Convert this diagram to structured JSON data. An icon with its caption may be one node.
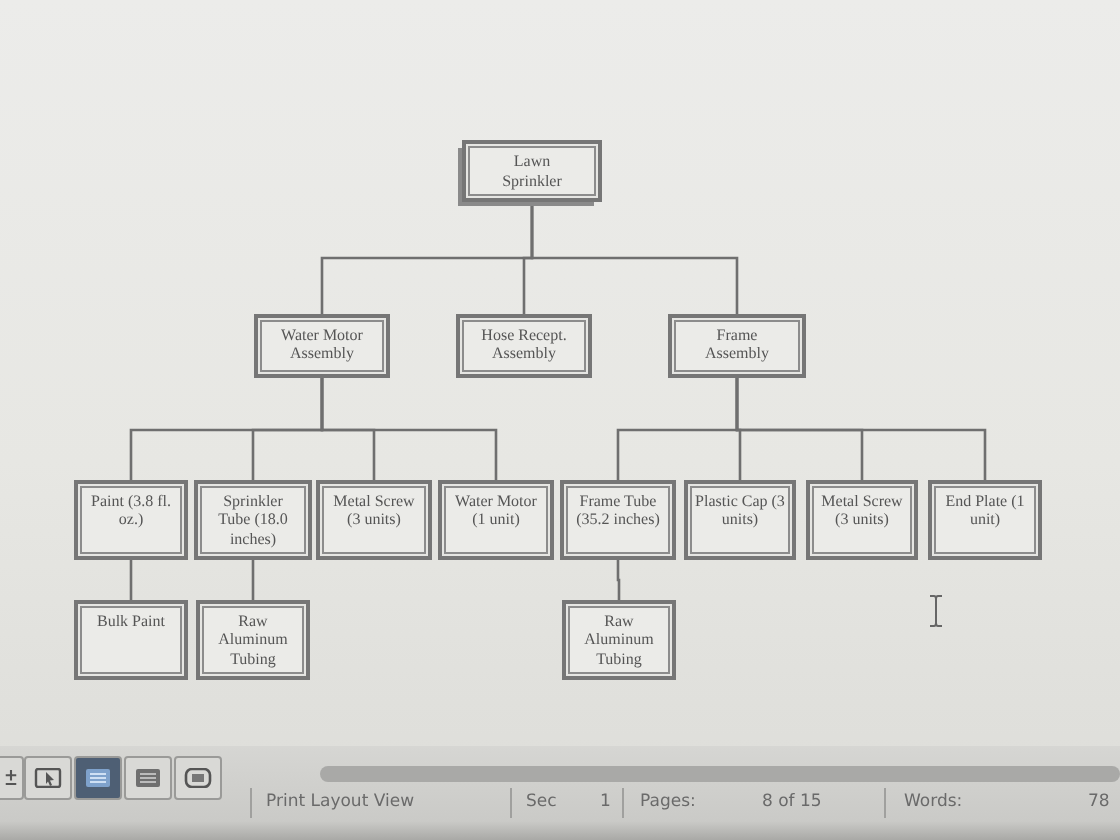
{
  "diagram": {
    "nodes": [
      {
        "text": [
          "Lawn Sprinkler"
        ]
      },
      {
        "text": [
          "Water Motor Assembly"
        ]
      },
      {
        "text": [
          "Hose Recept. Assembly"
        ]
      },
      {
        "text": [
          "Frame Assembly"
        ]
      },
      {
        "text": [
          "Paint (3.8 fl. oz.)"
        ]
      },
      {
        "text": [
          "Sprinkler Tube (18.0 inches)"
        ]
      },
      {
        "text": [
          "Metal Screw (3 units)"
        ]
      },
      {
        "text": [
          "Water Motor (1 unit)"
        ]
      },
      {
        "text": [
          "Frame Tube (35.2 inches)"
        ]
      },
      {
        "text": [
          "Plastic Cap (3 units)"
        ]
      },
      {
        "text": [
          "Metal Screw (3 units)"
        ]
      },
      {
        "text": [
          "End Plate (1 unit)"
        ]
      },
      {
        "text": [
          "Bulk Paint"
        ]
      },
      {
        "text": [
          "Raw Aluminum Tubing"
        ]
      },
      {
        "text": [
          "Raw Aluminum Tubing"
        ]
      }
    ],
    "edges": [
      {
        "from": 0,
        "to": 1,
        "arrow": "none"
      },
      {
        "from": 0,
        "to": 2,
        "arrow": "none"
      },
      {
        "from": 0,
        "to": 3,
        "arrow": "none"
      },
      {
        "from": 1,
        "to": 4,
        "arrow": "none"
      },
      {
        "from": 1,
        "to": 5,
        "arrow": "none"
      },
      {
        "from": 1,
        "to": 6,
        "arrow": "none"
      },
      {
        "from": 1,
        "to": 7,
        "arrow": "none"
      },
      {
        "from": 3,
        "to": 8,
        "arrow": "none"
      },
      {
        "from": 3,
        "to": 9,
        "arrow": "none"
      },
      {
        "from": 3,
        "to": 10,
        "arrow": "none"
      },
      {
        "from": 3,
        "to": 11,
        "arrow": "none"
      },
      {
        "from": 4,
        "to": 12,
        "arrow": "none"
      },
      {
        "from": 5,
        "to": 13,
        "arrow": "none"
      },
      {
        "from": 8,
        "to": 14,
        "arrow": "none"
      }
    ],
    "labels": [
      "Print Layout View",
      "Sec",
      "1",
      "Pages:",
      "8 of 15",
      "Words:",
      "78"
    ]
  }
}
